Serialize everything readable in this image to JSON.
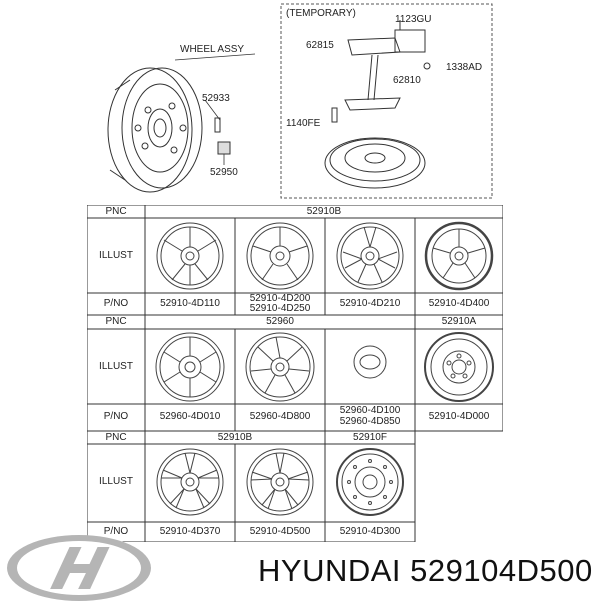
{
  "assembly": {
    "title": "WHEEL ASSY",
    "callouts": [
      "52933",
      "52950"
    ]
  },
  "temporary": {
    "title": "(TEMPORARY)",
    "callouts": [
      "1123GU",
      "62815",
      "1338AD",
      "62810",
      "1140FE"
    ]
  },
  "table": {
    "pnc_label": "PNC",
    "illust_label": "ILLUST",
    "pno_label": "P/NO",
    "rows": [
      {
        "pnc": [
          "52910B"
        ],
        "pno": [
          [
            "52910-4D110"
          ],
          [
            "52910-4D200",
            "52910-4D250"
          ],
          [
            "52910-4D210"
          ],
          [
            "52910-4D400"
          ]
        ]
      },
      {
        "pnc": [
          "52960",
          "52910A"
        ],
        "pno": [
          [
            "52960-4D010"
          ],
          [
            "52960-4D800"
          ],
          [
            "52960-4D100",
            "52960-4D850"
          ],
          [
            "52910-4D000"
          ]
        ]
      },
      {
        "pnc": [
          "52910B",
          "52910F"
        ],
        "pno": [
          [
            "52910-4D370"
          ],
          [
            "52910-4D500"
          ],
          [
            "52910-4D300"
          ]
        ]
      }
    ]
  },
  "brand": {
    "name": "HYUNDAI 529104D500"
  },
  "colors": {
    "line": "#222222",
    "dash": "#555555"
  }
}
